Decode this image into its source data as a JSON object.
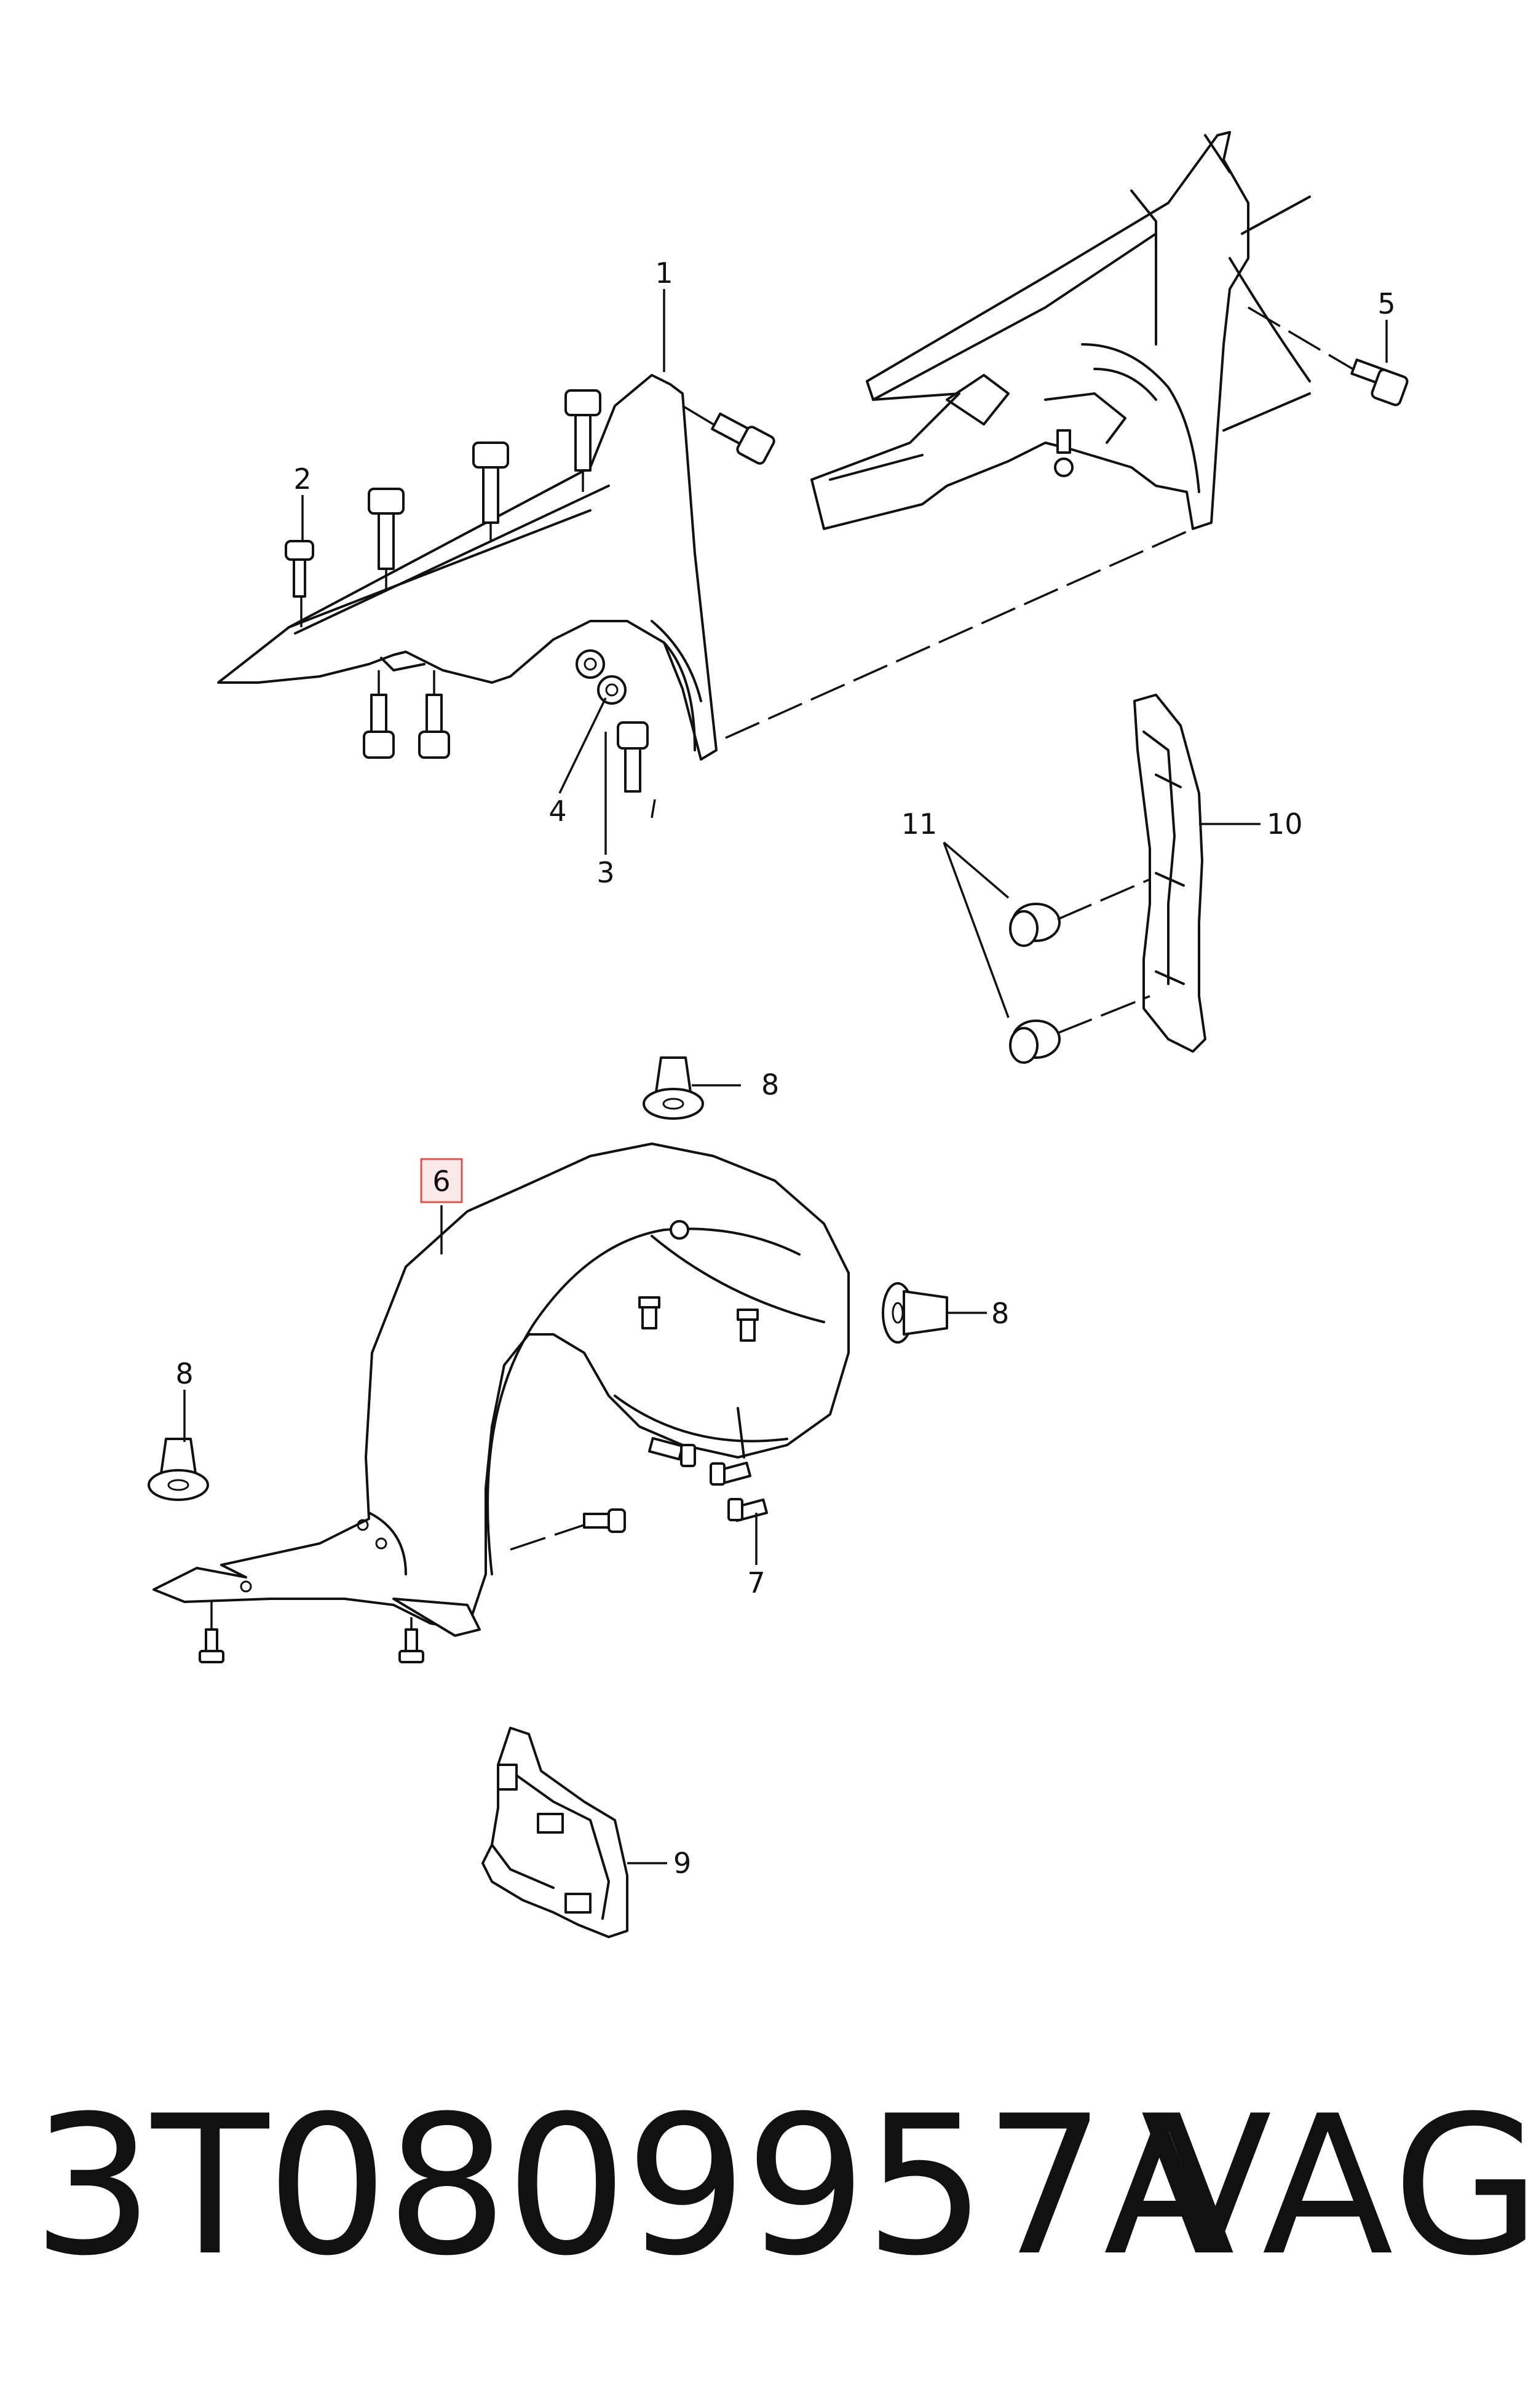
{
  "callouts": {
    "c1": "1",
    "c2": "2",
    "c3": "3",
    "c4": "4",
    "c5": "5",
    "c6": "6",
    "c7": "7",
    "c8a": "8",
    "c8b": "8",
    "c8c": "8",
    "c9": "9",
    "c10": "10",
    "c11": "11"
  },
  "highlighted_callout": "6",
  "colors": {
    "highlight_fill": "#fbe9e9",
    "highlight_stroke": "#d9534f",
    "line": "#111111"
  },
  "footer": {
    "part_number": "3T0809957A",
    "brand": "VAG"
  }
}
